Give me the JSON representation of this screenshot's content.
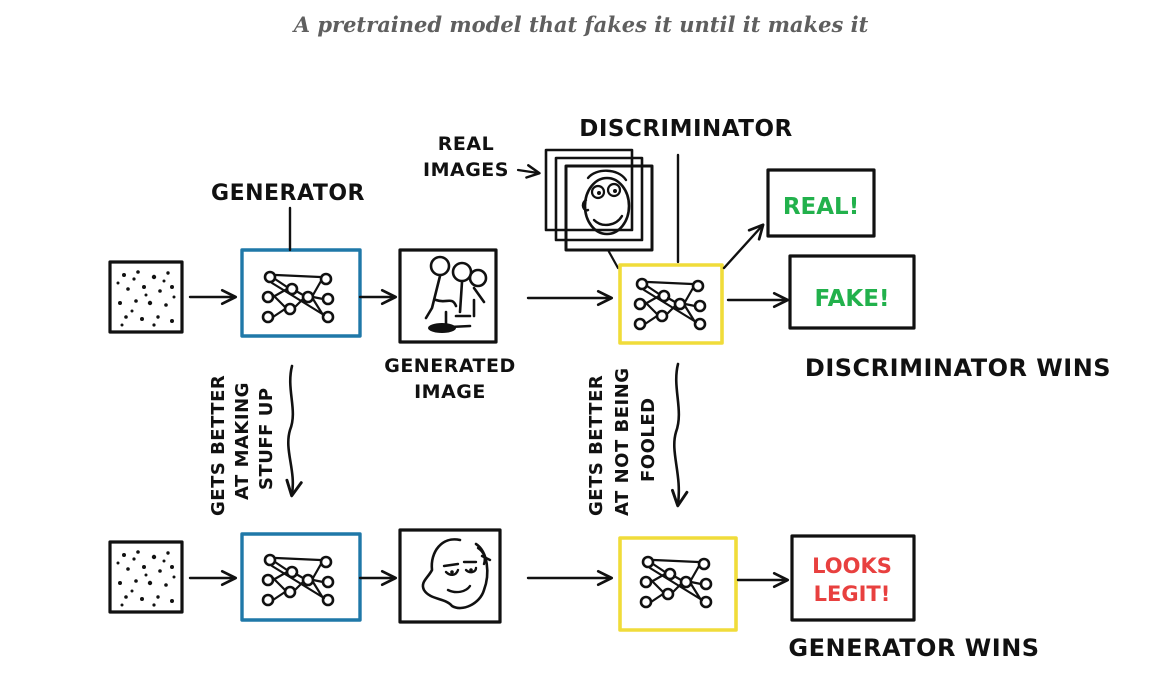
{
  "caption": "A pretrained model that fakes it until it makes it",
  "labels": {
    "generator": "GENERATOR",
    "discriminator": "DISCRIMINATOR",
    "real_images_line1": "REAL",
    "real_images_line2": "IMAGES",
    "generated_image_line1": "GENERATED",
    "generated_image_line2": "IMAGE",
    "real_verdict": "REAL!",
    "fake_verdict": "FAKE!",
    "legit_line1": "LOOKS",
    "legit_line2": "LEGIT!",
    "discriminator_wins": "DISCRIMINATOR WINS",
    "generator_wins": "GENERATOR WINS",
    "gen_better_line1": "GETS BETTER",
    "gen_better_line2": "AT MAKING",
    "gen_better_line3": "STUFF UP",
    "disc_better_line1": "GETS BETTER",
    "disc_better_line2": "AT NOT BEING",
    "disc_better_line3": "FOOLED"
  },
  "colors": {
    "generator_box": "#1f78a8",
    "discriminator_box": "#f0dc3a",
    "verdict_green": "#22b14c",
    "verdict_red": "#e8403f",
    "ink": "#111111",
    "caption": "#5f5f5f"
  }
}
